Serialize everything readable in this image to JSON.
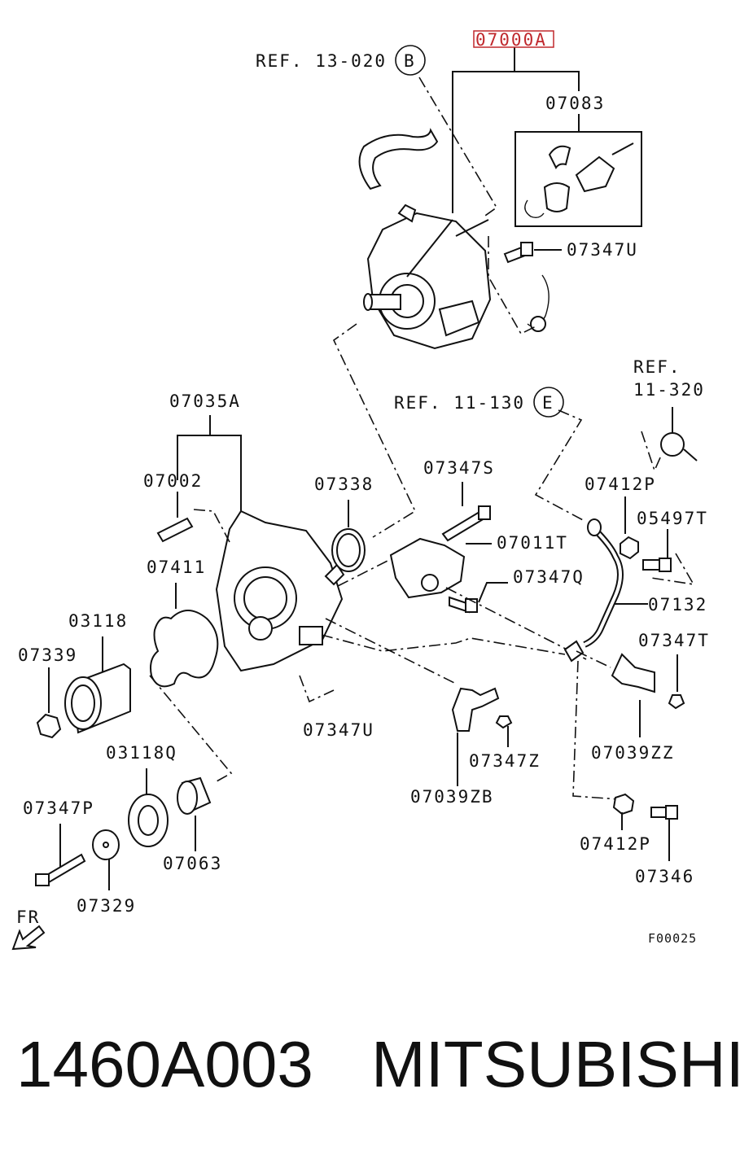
{
  "labels": {
    "main_part": "07000A",
    "ref_b": "REF. 13-020",
    "ref_b_circle": "B",
    "ref_e": "REF. 11-130",
    "ref_e_circle": "E",
    "ref_11_320_line1": "REF.",
    "ref_11_320_line2": "11-320",
    "p07083": "07083",
    "p07347U_top": "07347U",
    "p07035A": "07035A",
    "p07002": "07002",
    "p07338": "07338",
    "p07347S": "07347S",
    "p07412P_top": "07412P",
    "p05497T": "05497T",
    "p07011T": "07011T",
    "p07347Q": "07347Q",
    "p07411": "07411",
    "p07132": "07132",
    "p03118": "03118",
    "p07339": "07339",
    "p07347T": "07347T",
    "p07347U_bottom": "07347U",
    "p07347Z": "07347Z",
    "p07039ZZ": "07039ZZ",
    "p03118Q": "03118Q",
    "p07039ZB": "07039ZB",
    "p07347P": "07347P",
    "p07063": "07063",
    "p07412P_bottom": "07412P",
    "p07329": "07329",
    "p07346": "07346",
    "fr": "FR",
    "figure_code": "F00025"
  },
  "footer": {
    "part_number": "1460A003",
    "brand": "MITSUBISHI"
  },
  "colors": {
    "highlight": "#c0282d",
    "ink": "#111111"
  }
}
